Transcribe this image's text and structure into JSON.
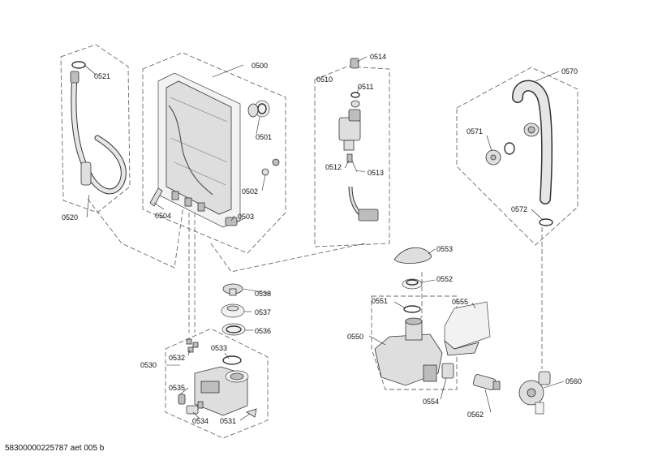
{
  "document_id": "58300000225787 aet 005 b",
  "labels": {
    "p0500": "0500",
    "p0501": "0501",
    "p0502": "0502",
    "p0503": "0503",
    "p0504": "0504",
    "p0510": "0510",
    "p0511": "0511",
    "p0512": "0512",
    "p0513": "0513",
    "p0514": "0514",
    "p0520": "0520",
    "p0521": "0521",
    "p0530": "0530",
    "p0531": "0531",
    "p0532": "0532",
    "p0533": "0533",
    "p0534": "0534",
    "p0535": "0535",
    "p0536": "0536",
    "p0537": "0537",
    "p0538": "0538",
    "p0550": "0550",
    "p0551": "0551",
    "p0552": "0552",
    "p0553": "0553",
    "p0554": "0554",
    "p0555": "0555",
    "p0560": "0560",
    "p0562": "0562",
    "p0570": "0570",
    "p0571": "0571",
    "p0572": "0572"
  }
}
